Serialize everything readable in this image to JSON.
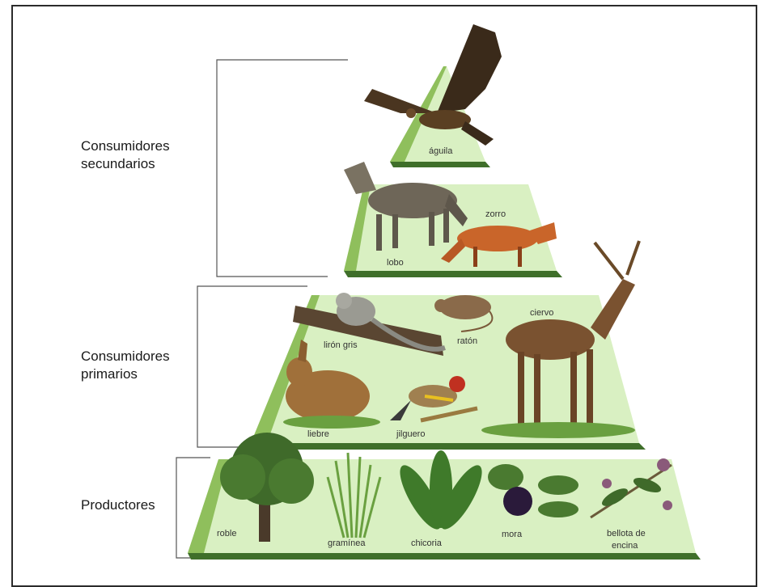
{
  "levels": {
    "secondary": [
      "Consumidores",
      "secundarios"
    ],
    "primary": [
      "Consumidores",
      "primarios"
    ],
    "producers": "Productores"
  },
  "organisms": {
    "aguila": "águila",
    "lobo": "lobo",
    "zorro": "zorro",
    "liron": "lirón gris",
    "raton": "ratón",
    "ciervo": "ciervo",
    "liebre": "liebre",
    "jilguero": "jilguero",
    "roble": "roble",
    "graminea": "gramínea",
    "chicoria": "chicoria",
    "mora": "mora",
    "bellota": [
      "bellota de",
      "encina"
    ]
  },
  "colors": {
    "tier_face": "#d9f0c2",
    "tier_side": "#8fbf5c",
    "tier_edge": "#3f6f2a"
  }
}
